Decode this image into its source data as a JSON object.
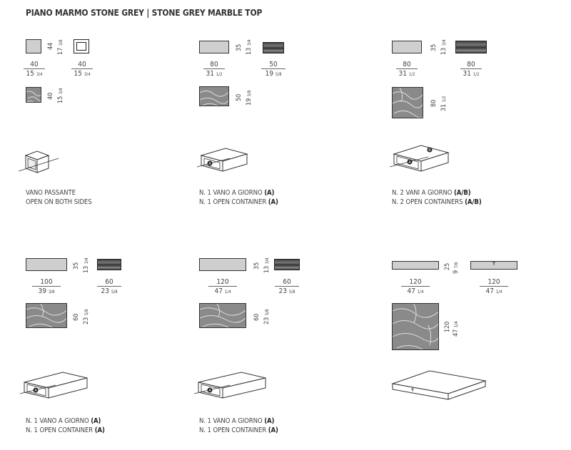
{
  "title": "PIANO MARMO STONE GREY | STONE GREY MARBLE TOP",
  "items": [
    {
      "w": "40",
      "wi": "15",
      "wf": "3/4",
      "d": "40",
      "di": "15",
      "df": "3/4",
      "h": "44",
      "hi": "17",
      "hf": "3/8",
      "cap1": "VANO PASSANTE",
      "cap1b": "",
      "cap2": "OPEN ON BOTH SIDES",
      "cap2b": ""
    },
    {
      "w": "80",
      "wi": "31",
      "wf": "1/2",
      "d": "50",
      "di": "19",
      "df": "5/8",
      "h": "35",
      "hi": "13",
      "hf": "3/4",
      "cap1": "N. 1 VANO A GIORNO ",
      "cap1b": "(A)",
      "cap2": "N. 1 OPEN CONTAINER ",
      "cap2b": "(A)"
    },
    {
      "w": "80",
      "wi": "31",
      "wf": "1/2",
      "d": "80",
      "di": "31",
      "df": "1/2",
      "h": "35",
      "hi": "13",
      "hf": "3/4",
      "cap1": "N. 2 VANI A GIORNO ",
      "cap1b": "(A/B)",
      "cap2": "N. 2 OPEN CONTAINERS ",
      "cap2b": "(A/B)"
    },
    {
      "w": "100",
      "wi": "39",
      "wf": "3/8",
      "d": "60",
      "di": "23",
      "df": "5/8",
      "h": "35",
      "hi": "13",
      "hf": "3/4",
      "cap1": "N. 1 VANO A GIORNO ",
      "cap1b": "(A)",
      "cap2": "N. 1 OPEN CONTAINER ",
      "cap2b": "(A)"
    },
    {
      "w": "120",
      "wi": "47",
      "wf": "1/4",
      "d": "60",
      "di": "23",
      "df": "5/8",
      "h": "35",
      "hi": "13",
      "hf": "3/4",
      "cap1": "N. 1 VANO A GIORNO ",
      "cap1b": "(A)",
      "cap2": "N. 1 OPEN CONTAINER ",
      "cap2b": "(A)"
    },
    {
      "w": "120",
      "wi": "47",
      "wf": "1/4",
      "d": "120",
      "di": "47",
      "df": "1/4",
      "h": "25",
      "hi": "9",
      "hf": "7/8",
      "cap1": "",
      "cap1b": "",
      "cap2": "",
      "cap2b": ""
    }
  ]
}
